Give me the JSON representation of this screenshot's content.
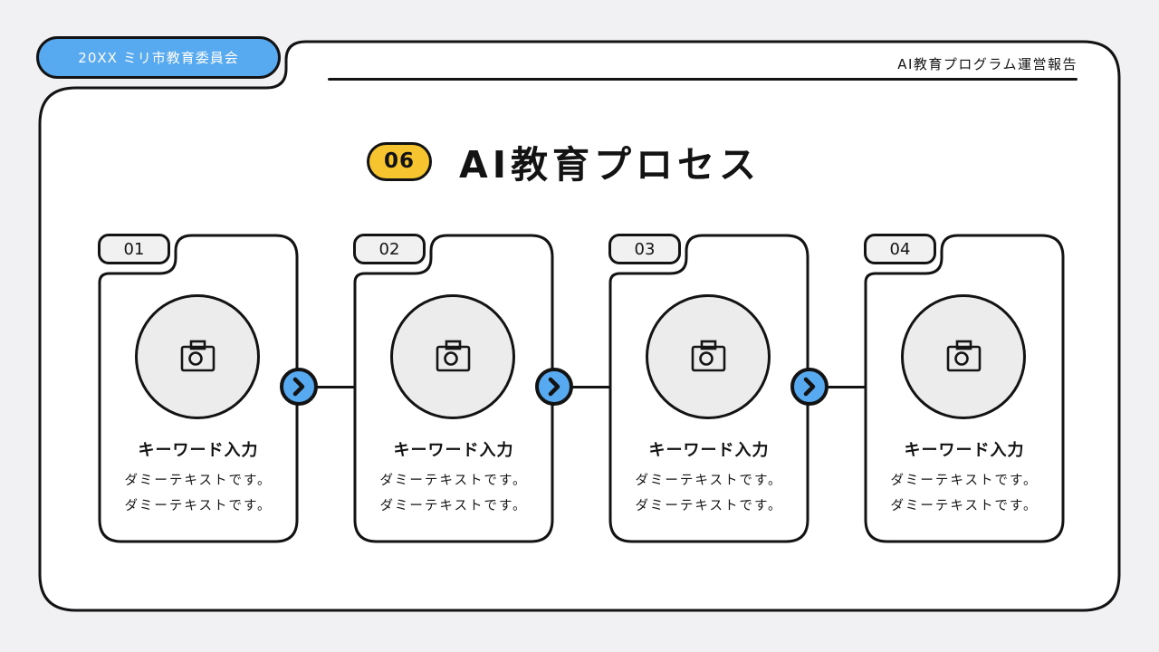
{
  "colors": {
    "background": "#f1f1f3",
    "panel": "#ffffff",
    "ink": "#131313",
    "accent_blue": "#57a9f0",
    "accent_yellow": "#f5c42e",
    "circle_gray": "#ececec",
    "tab_gray": "#f1f1f1",
    "badge_text": "#ffffff"
  },
  "header": {
    "org_badge_label": "20XX ミリ市教育委員会",
    "report_title": "AI教育プログラム運営報告"
  },
  "title": {
    "number_badge": "06",
    "text": "AI教育プロセス"
  },
  "steps": [
    {
      "number": "01",
      "icon": "camera-icon",
      "heading": "キーワード入力",
      "line1": "ダミーテキストです。",
      "line2": "ダミーテキストです。"
    },
    {
      "number": "02",
      "icon": "camera-icon",
      "heading": "キーワード入力",
      "line1": "ダミーテキストです。",
      "line2": "ダミーテキストです。"
    },
    {
      "number": "03",
      "icon": "camera-icon",
      "heading": "キーワード入力",
      "line1": "ダミーテキストです。",
      "line2": "ダミーテキストです。"
    },
    {
      "number": "04",
      "icon": "camera-icon",
      "heading": "キーワード入力",
      "line1": "ダミーテキストです。",
      "line2": "ダミーテキストです。"
    }
  ],
  "connector_icon": "chevron-right-icon"
}
